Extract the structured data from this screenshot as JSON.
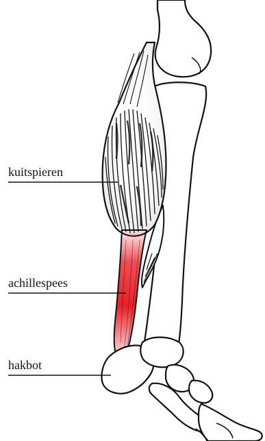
{
  "labels": {
    "calf": "kuitspieren",
    "achilles": "achillespees",
    "heel": "hakbot"
  },
  "colors": {
    "outline": "#111111",
    "background": "#ffffff",
    "tendon_highlight": "#e8141c"
  }
}
